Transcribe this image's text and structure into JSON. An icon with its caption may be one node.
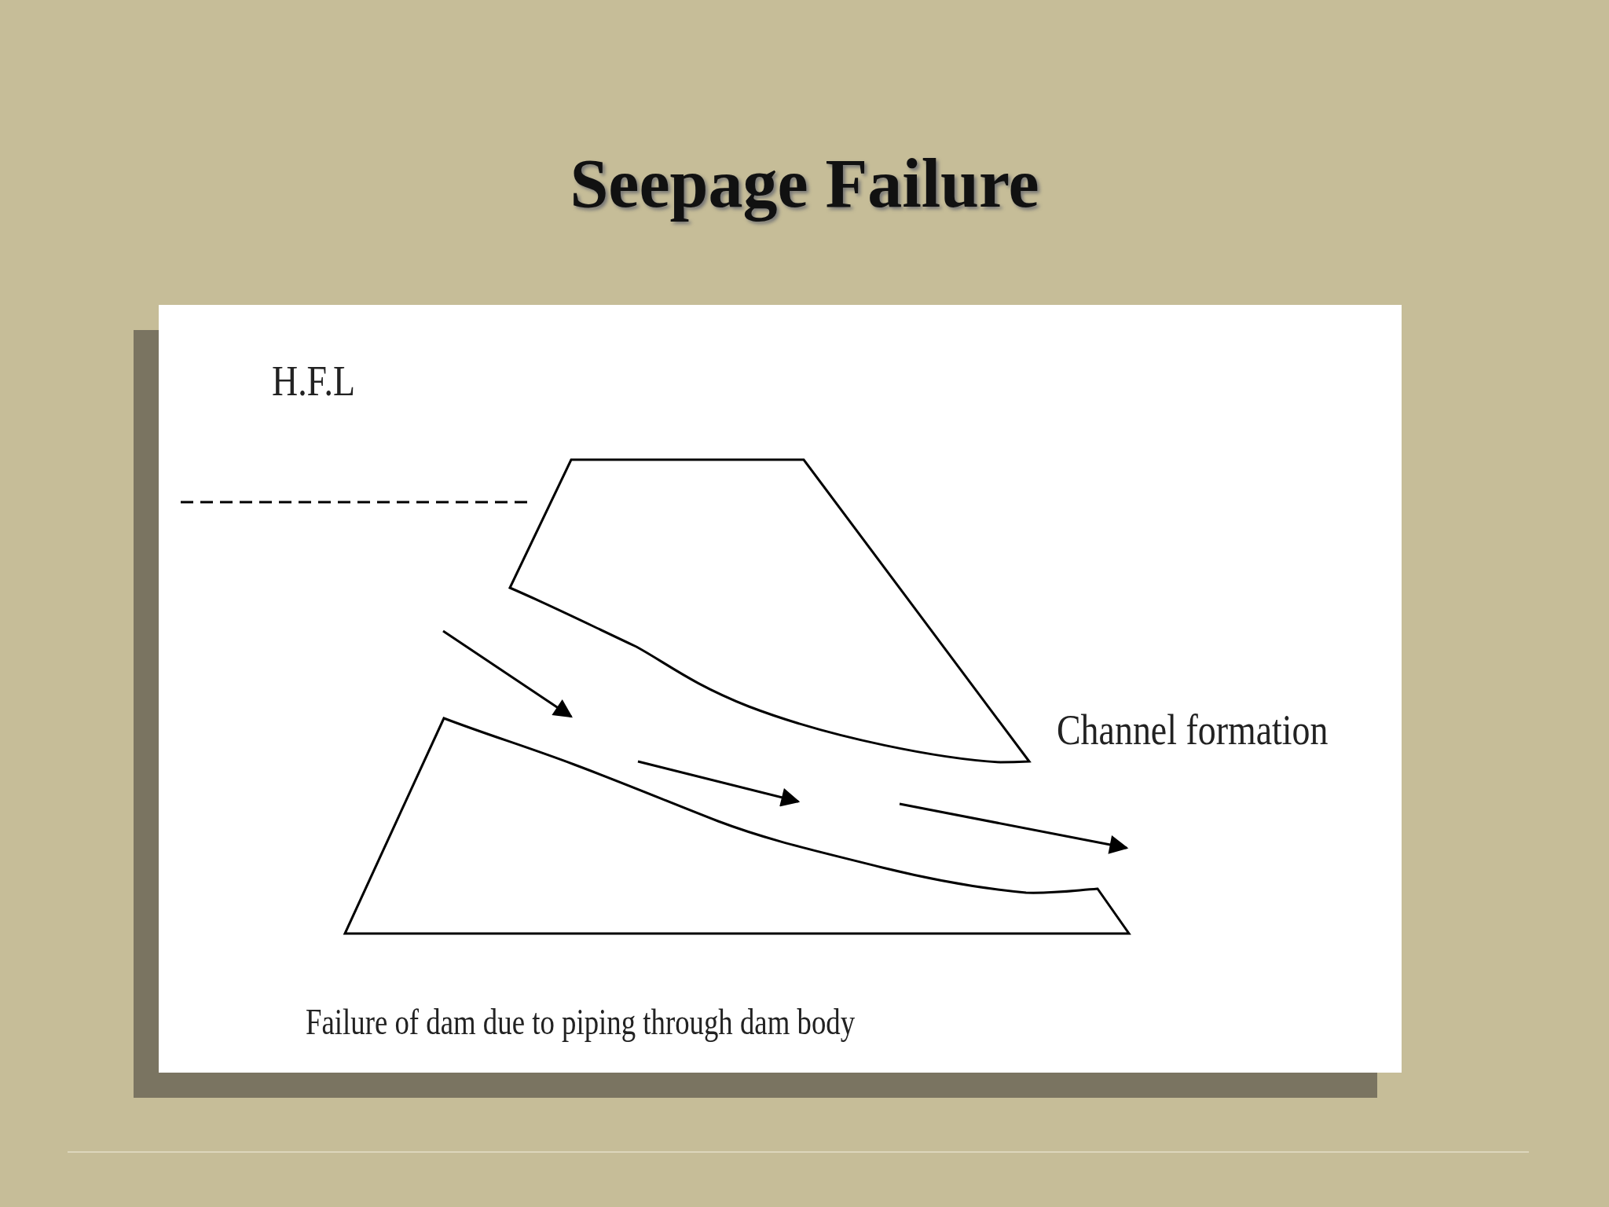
{
  "diagram": {
    "title": "Seepage Failure",
    "caption": "Failure of dam due to piping through dam body",
    "labels": [
      "H.F.L",
      "Channel formation"
    ]
  }
}
